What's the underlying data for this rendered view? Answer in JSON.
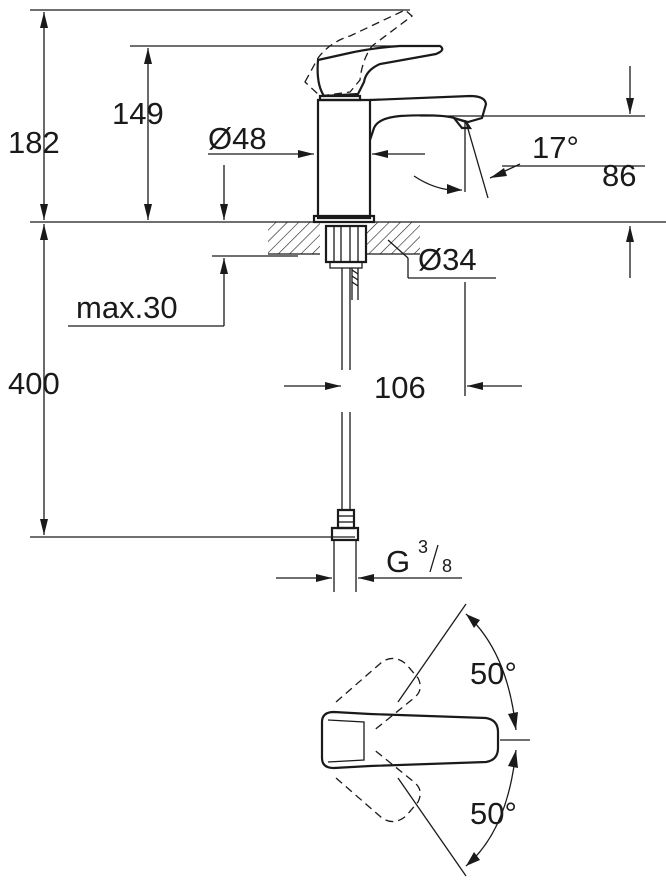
{
  "dimensions": {
    "total_height": "182",
    "lever_height": "149",
    "body_diameter": "Ø48",
    "spout_angle": "17°",
    "spout_height": "86",
    "hole_diameter": "Ø34",
    "max_thickness": "max.30",
    "hose_length": "400",
    "spout_reach": "106",
    "thread_prefix": "G",
    "thread_num": "3",
    "thread_den": "8",
    "swing_up": "50°",
    "swing_down": "50°"
  }
}
